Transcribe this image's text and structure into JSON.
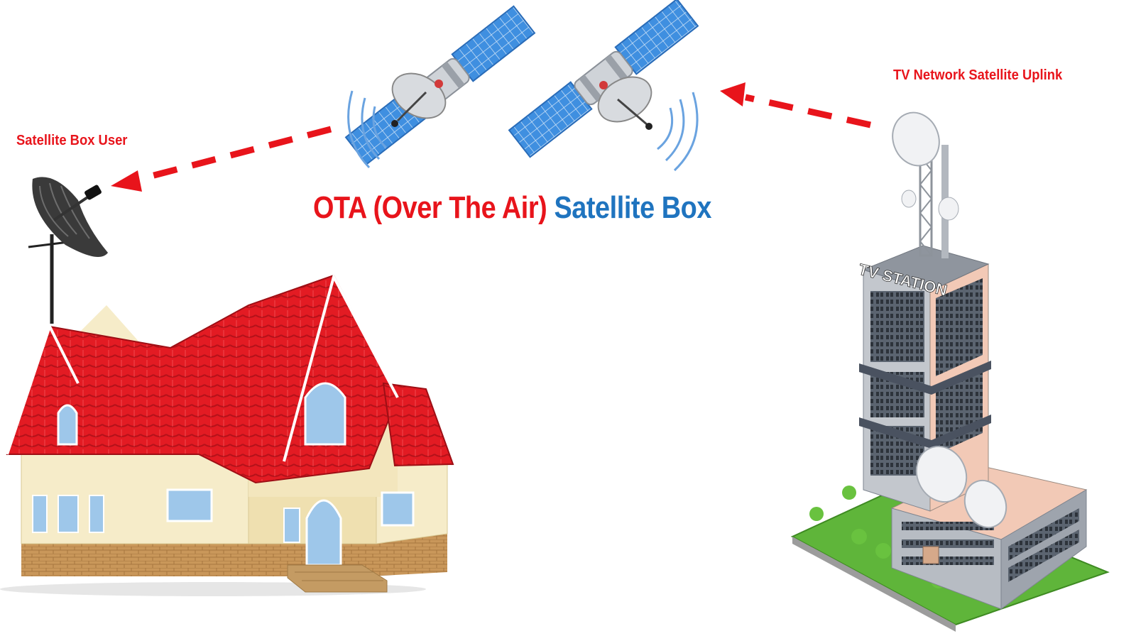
{
  "labels": {
    "user": "Satellite Box User",
    "uplink": "TV Network Satellite Uplink",
    "station_sign": "TV STATION"
  },
  "headline": {
    "part_a": "OTA (Over The Air)",
    "part_b": "Satellite Box"
  },
  "colors": {
    "accent_red": "#e8141b",
    "accent_blue": "#1f74bf",
    "roof_red": "#e31b23",
    "wall_cream": "#f6ecc9",
    "brick": "#c9975a",
    "panel_blue": "#3f8fe0",
    "signal_blue": "#6aa3e0",
    "grass_green": "#5fb53a",
    "tower_pink": "#f2c9b6"
  },
  "icons": [
    "satellite-left-icon",
    "satellite-right-icon",
    "dish-antenna-icon",
    "house-icon",
    "tv-station-icon",
    "arrow-icon"
  ]
}
